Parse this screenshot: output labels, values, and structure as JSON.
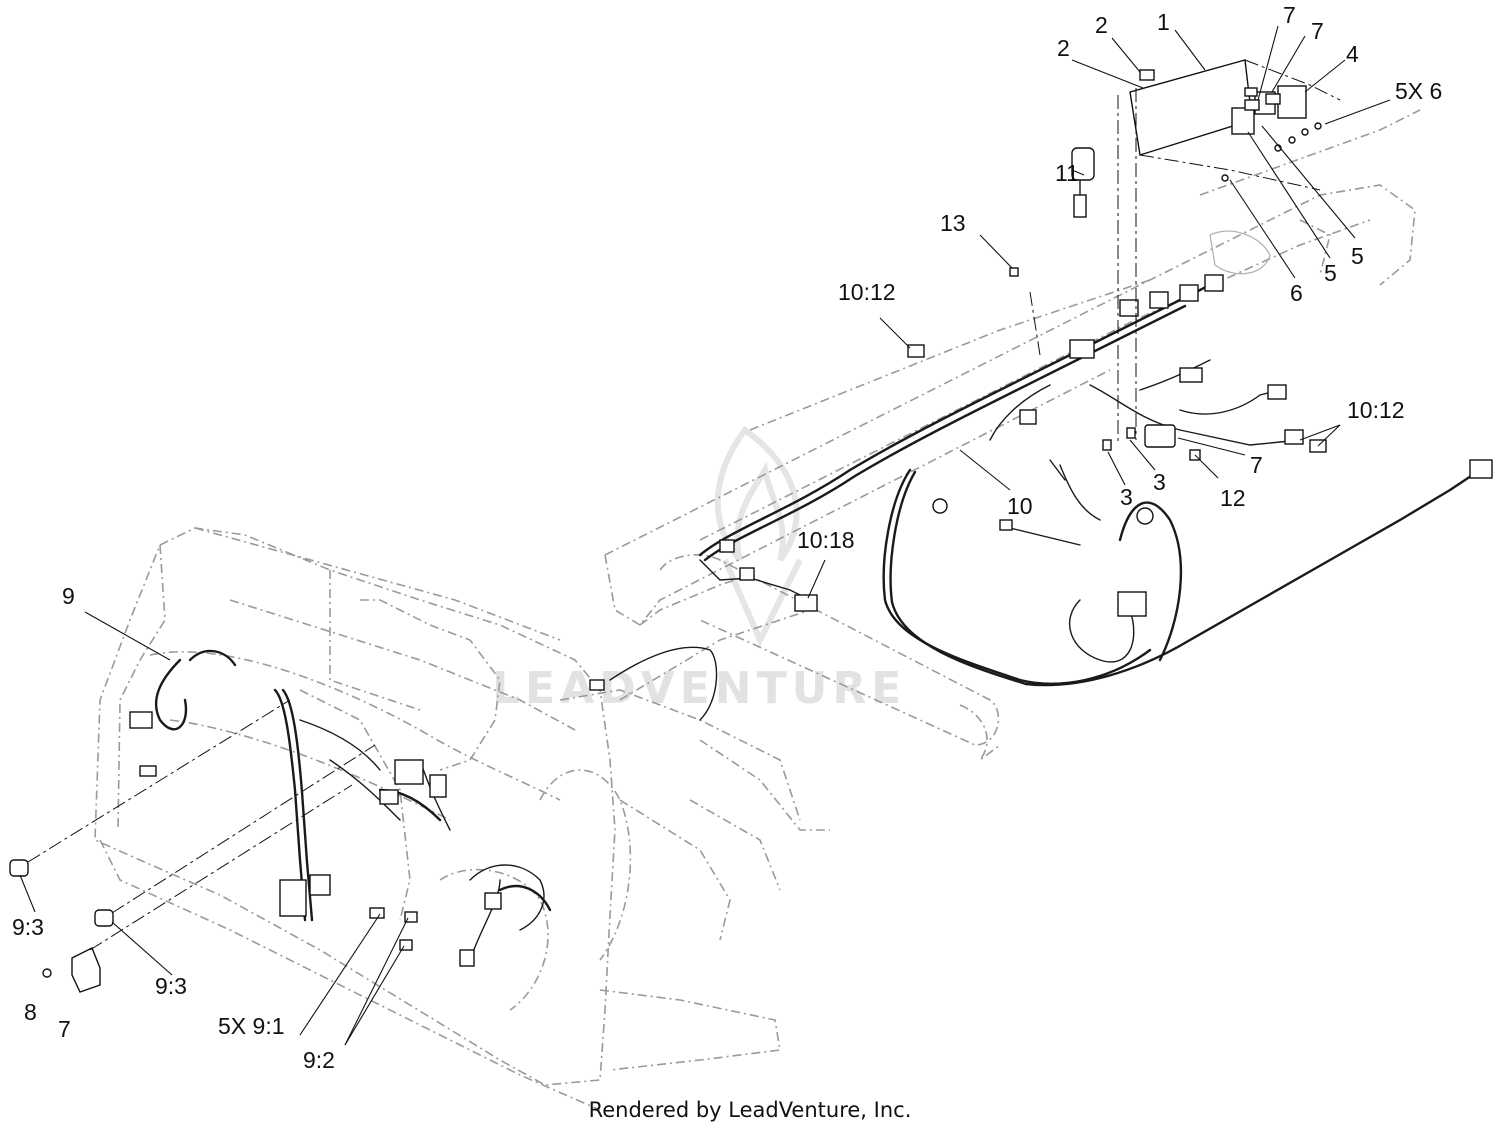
{
  "footer": "Rendered by LeadVenture, Inc.",
  "watermark": "LEADVENTURE",
  "callouts": [
    "1",
    "2",
    "2",
    "3",
    "3",
    "4",
    "5",
    "5",
    "5X 6",
    "6",
    "7",
    "7",
    "7",
    "7",
    "8",
    "9",
    "9:3",
    "9:3",
    "5X 9:1",
    "9:2",
    "10",
    "10:12",
    "10:12",
    "10:18",
    "11",
    "12",
    "13"
  ]
}
